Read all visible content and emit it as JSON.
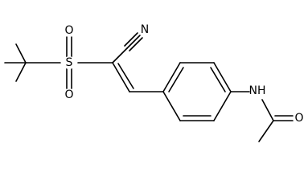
{
  "molecule": {
    "atoms": {
      "N_nitrile": "N",
      "S": "S",
      "O_top": "O",
      "O_bottom": "O",
      "N_amide": "NH",
      "O_carbonyl": "O"
    }
  },
  "colors": {
    "bond": "#000000",
    "label": "#000000",
    "background": "#ffffff"
  }
}
